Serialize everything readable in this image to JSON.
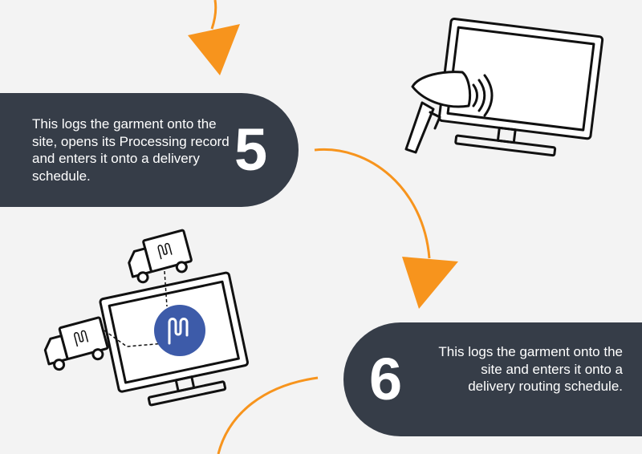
{
  "steps": [
    {
      "number": "5",
      "text": "This logs the garment onto the site, opens its Processing record and enters it onto a delivery schedule."
    },
    {
      "number": "6",
      "text": "This logs the garment onto the site and enters it onto a delivery routing schedule."
    }
  ],
  "icons": [
    "scanner-monitor-icon",
    "delivery-trucks-monitor-icon"
  ],
  "colors": {
    "accent": "#f7941d",
    "panel": "#363d48",
    "background": "#f3f3f3",
    "logo": "#3d5ba9"
  }
}
